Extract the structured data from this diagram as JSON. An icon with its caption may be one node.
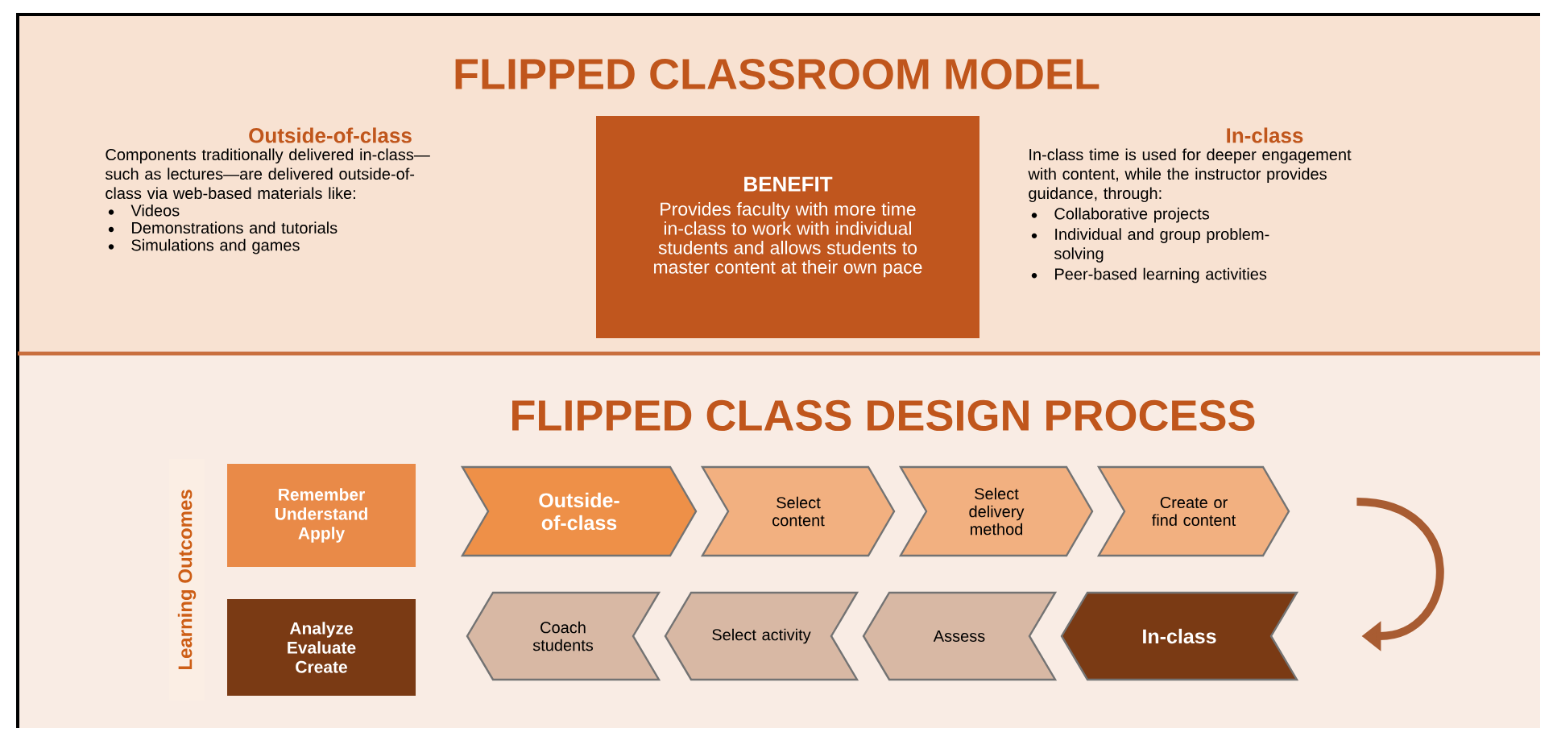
{
  "diagram": {
    "title": "FLIPPED CLASSROOM MODEL",
    "nodes": [
      {
        "text": [
          "BENEFIT",
          "Provides faculty with more time in-class to work with individual students and allows students to master content at their own pace"
        ]
      },
      {
        "text": [
          "Remember Understand Apply"
        ]
      },
      {
        "text": [
          "Analyze Evaluate Create"
        ]
      },
      {
        "text": [
          "Outside-of-class"
        ]
      },
      {
        "text": [
          "Select content"
        ]
      },
      {
        "text": [
          "Select delivery method"
        ]
      },
      {
        "text": [
          "Create or find content"
        ]
      },
      {
        "text": [
          "In-class"
        ]
      },
      {
        "text": [
          "Assess"
        ]
      },
      {
        "text": [
          "Select activity"
        ]
      },
      {
        "text": [
          "Coach students"
        ]
      }
    ],
    "edges": [
      {
        "from": 6,
        "to": 7,
        "arrow": "to"
      }
    ],
    "labels": [
      "Outside-of-class",
      "Components traditionally delivered in-class—such as lectures—are delivered outside-of-class via web-based materials like:",
      "Videos",
      "Demonstrations and tutorials",
      "Simulations and games",
      "In-class",
      "In-class time is used for deeper engagement with content, while the instructor provides guidance, through:",
      "Collaborative projects",
      "Individual and group problem-solving",
      "Peer-based learning activities",
      "FLIPPED CLASS DESIGN PROCESS",
      "Learning Outcomes"
    ]
  }
}
